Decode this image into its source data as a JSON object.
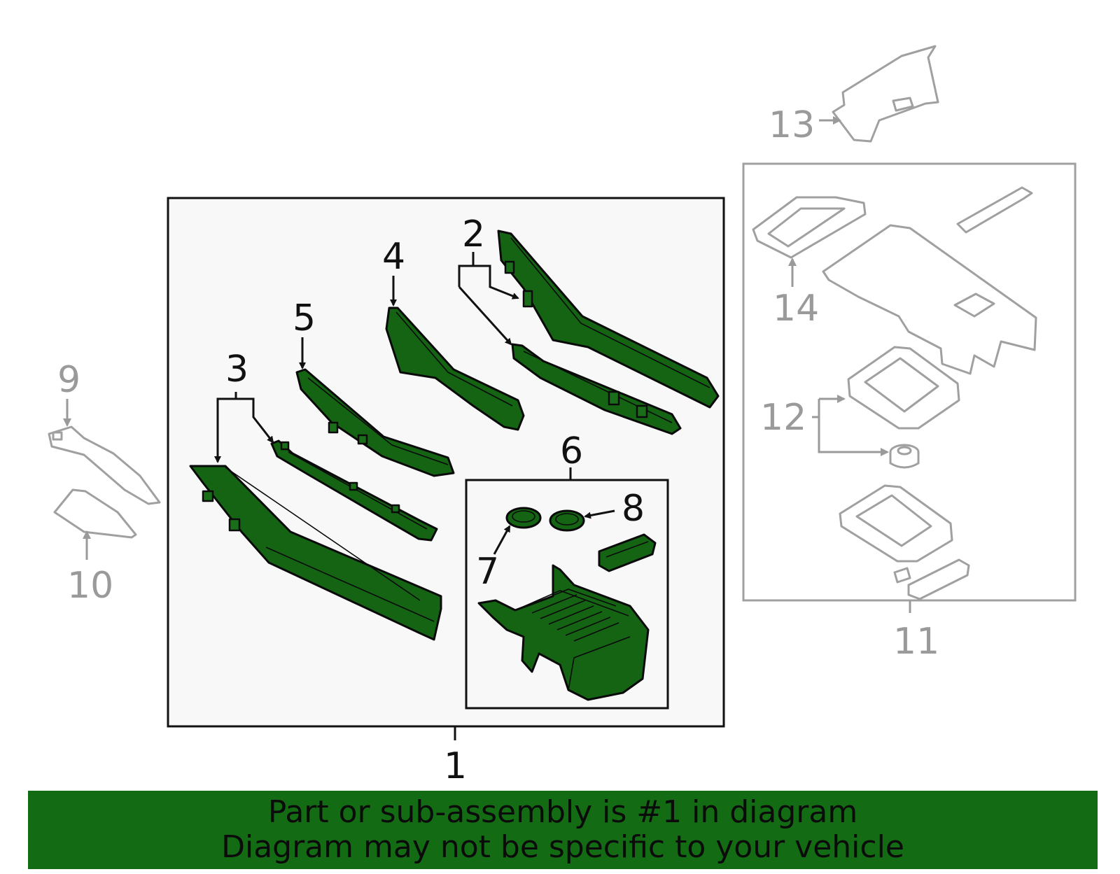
{
  "callouts": {
    "c1": "1",
    "c2": "2",
    "c3": "3",
    "c4": "4",
    "c5": "5",
    "c6": "6",
    "c7": "7",
    "c8": "8",
    "c9": "9",
    "c10": "10",
    "c11": "11",
    "c12": "12",
    "c13": "13",
    "c14": "14"
  },
  "colors": {
    "highlight": "#146414",
    "banner": "#136b13",
    "outline": "#0a0a0a",
    "secondary_outline": "#a0a0a0",
    "panel_bg": "#f8f8f8"
  },
  "banner": {
    "line1": "Part or sub-assembly is #1 in diagram",
    "line2": "Diagram may not be specific to your vehicle"
  }
}
